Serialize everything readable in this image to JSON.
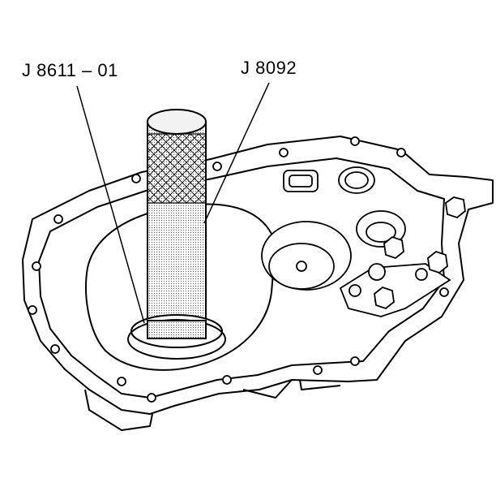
{
  "callouts": [
    {
      "id": "tool-a",
      "text": "J 8611 – 01"
    },
    {
      "id": "tool-b",
      "text": "J 8092"
    }
  ]
}
